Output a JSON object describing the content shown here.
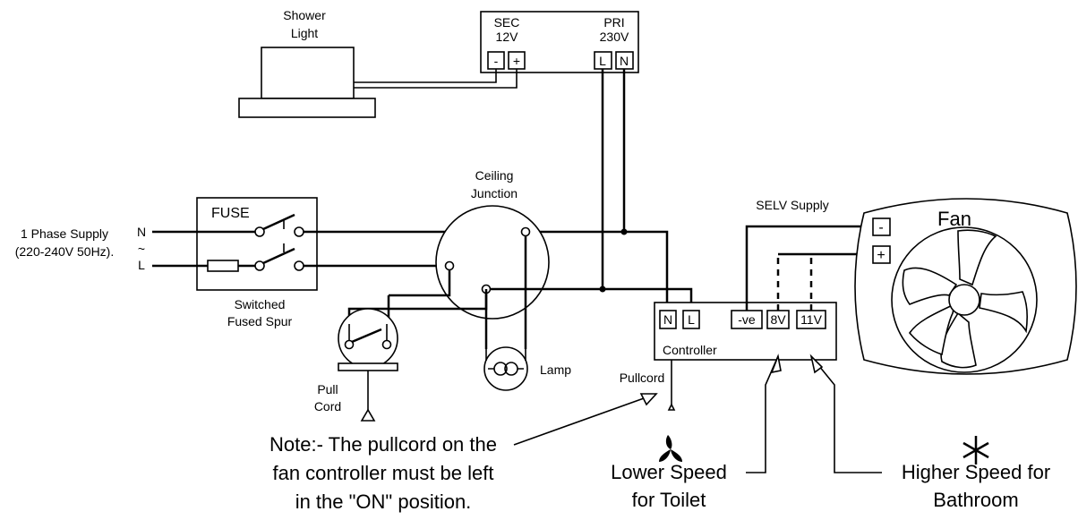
{
  "light": {
    "line1": "Shower",
    "line2": "Light"
  },
  "transformer": {
    "sec_label": "SEC",
    "sec_voltage": "12V",
    "pri_label": "PRI",
    "pri_voltage": "230V",
    "sec_minus": "-",
    "sec_plus": "+",
    "pri_l": "L",
    "pri_n": "N"
  },
  "supply": {
    "line1": "1 Phase Supply",
    "line2": "(220-240V 50Hz).",
    "n": "N",
    "tilde": "~",
    "l": "L"
  },
  "fuse": {
    "label": "FUSE",
    "caption1": "Switched",
    "caption2": "Fused Spur"
  },
  "junction": {
    "line1": "Ceiling",
    "line2": "Junction"
  },
  "pull_cord": {
    "line1": "Pull",
    "line2": "Cord"
  },
  "lamp": {
    "label": "Lamp"
  },
  "selv": {
    "label": "SELV Supply"
  },
  "controller": {
    "label": "Controller",
    "n": "N",
    "l": "L",
    "neg": "-ve",
    "v8": "8V",
    "v11": "11V",
    "pullcord": "Pullcord"
  },
  "fan": {
    "label": "Fan",
    "minus": "-",
    "plus": "+"
  },
  "note": {
    "line1": "Note:- The pullcord on the",
    "line2": "fan controller must be left",
    "line3": "in the \"ON\" position."
  },
  "lower_speed": {
    "line1": "Lower Speed",
    "line2": "for Toilet"
  },
  "higher_speed": {
    "line1": "Higher Speed for",
    "line2": "Bathroom"
  }
}
